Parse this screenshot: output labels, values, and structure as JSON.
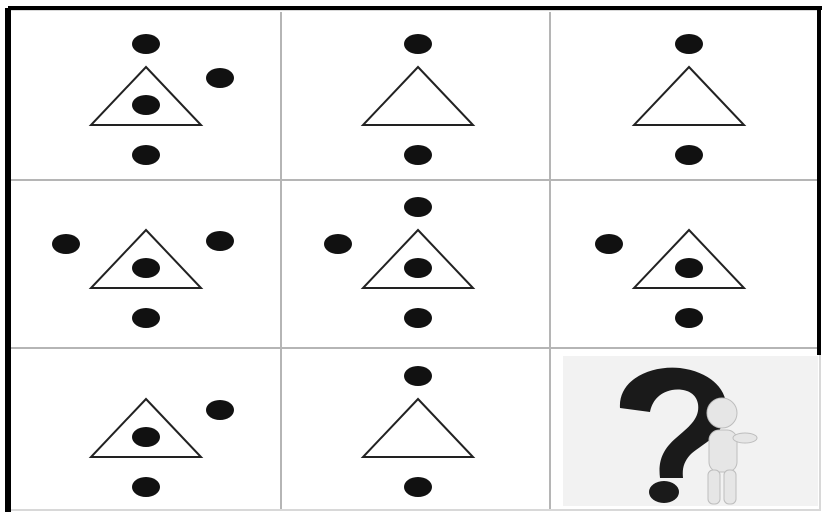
{
  "puzzle": {
    "cells": [
      {
        "row": 1,
        "col": 1,
        "triangle": true,
        "dots": [
          "top",
          "right",
          "center",
          "bottom"
        ]
      },
      {
        "row": 1,
        "col": 2,
        "triangle": true,
        "dots": [
          "top",
          "bottom"
        ]
      },
      {
        "row": 1,
        "col": 3,
        "triangle": true,
        "dots": [
          "top",
          "bottom"
        ]
      },
      {
        "row": 2,
        "col": 1,
        "triangle": true,
        "dots": [
          "left",
          "right",
          "center",
          "bottom"
        ]
      },
      {
        "row": 2,
        "col": 2,
        "triangle": true,
        "dots": [
          "top",
          "left",
          "center",
          "bottom"
        ]
      },
      {
        "row": 2,
        "col": 3,
        "triangle": true,
        "dots": [
          "left",
          "center",
          "bottom"
        ]
      },
      {
        "row": 3,
        "col": 1,
        "triangle": true,
        "dots": [
          "right",
          "center",
          "bottom"
        ]
      },
      {
        "row": 3,
        "col": 2,
        "triangle": true,
        "dots": [
          "top",
          "bottom"
        ]
      },
      {
        "row": 3,
        "col": 3,
        "triangle": false,
        "dots": [],
        "answer_placeholder": "question-mark-figure"
      }
    ]
  },
  "colors": {
    "dot": "#111111",
    "line": "#222222",
    "grid": "#b5b5b5",
    "frame": "#000000",
    "question_mark": "#1a1a1a",
    "figure": "#e8e8e8"
  }
}
